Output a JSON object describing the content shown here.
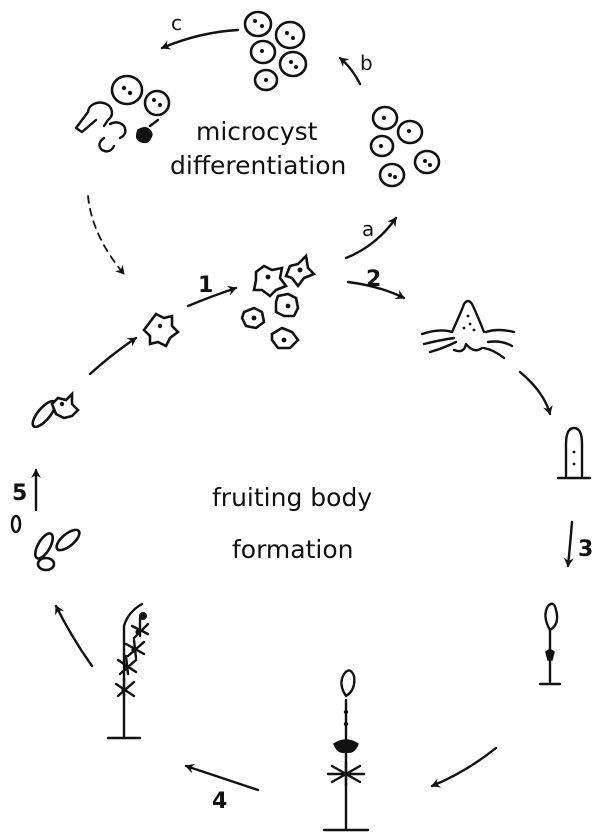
{
  "labels": {
    "microcyst_line1": "microcyst",
    "microcyst_line2": "differentiation",
    "fruiting_line1": "fruiting body",
    "fruiting_line2": "formation"
  },
  "steps": {
    "one": "1",
    "two": "2",
    "three": "3",
    "four": "4",
    "five": "5",
    "a": "a",
    "b": "b",
    "c": "c"
  }
}
